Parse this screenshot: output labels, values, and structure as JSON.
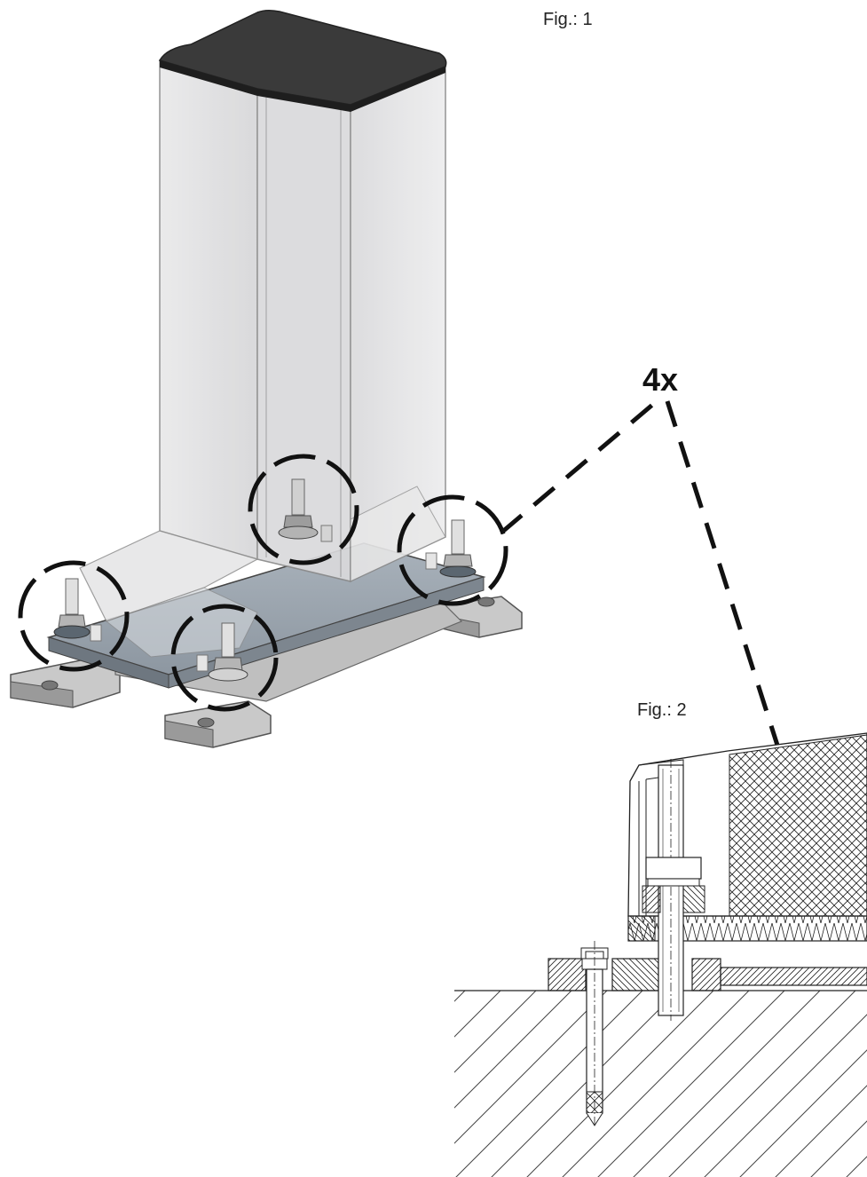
{
  "figures": [
    {
      "label": "Fig.: 1"
    },
    {
      "label": "Fig.: 2"
    }
  ],
  "callout": {
    "label": "4x"
  }
}
